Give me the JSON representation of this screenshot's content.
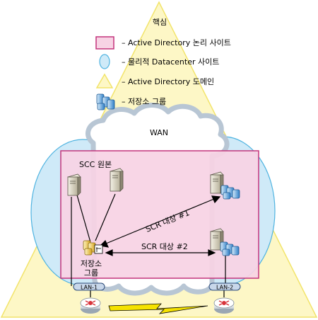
{
  "diagram": {
    "core_label": "핵심",
    "wan_label": "WAN",
    "scc_label": "SCC 원본",
    "scr_target_1": "SCR 대상 #1",
    "scr_target_2": "SCR 대상 #2",
    "storage_group_label_line1": "저장소",
    "storage_group_label_line2": "그룹",
    "lan_1": "LAN-1",
    "lan_2": "LAN-2"
  },
  "legend": {
    "items": [
      {
        "text": "– Active Directory 논리 사이트",
        "icon": "pink-rectangle-icon"
      },
      {
        "text": "– 물리적 Datacenter 사이트",
        "icon": "blue-ellipse-icon"
      },
      {
        "text": "– Active Directory 도메인",
        "icon": "yellow-triangle-icon"
      },
      {
        "text": "– 저장소 그룹",
        "icon": "storage-group-icon"
      }
    ]
  },
  "colors": {
    "triangle_fill": "#fdf7c6",
    "triangle_stroke": "#f2e46a",
    "site_fill": "#cfeaf8",
    "site_stroke": "#4fb3e0",
    "logical_site_fill": "#f7d3e4",
    "logical_site_stroke": "#c4347c",
    "cloud_fill": "#ffffff",
    "cloud_stroke": "#b8c6d4",
    "lightning": "#f5e200"
  }
}
